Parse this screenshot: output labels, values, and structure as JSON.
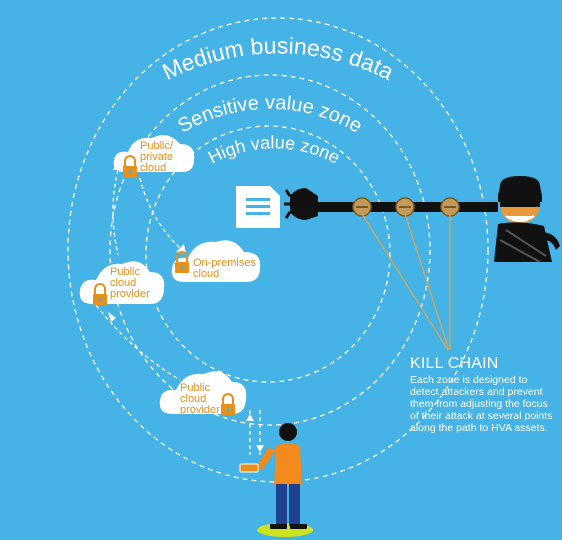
{
  "zones": {
    "outer": "Medium business data",
    "middle": "Sensitive value zone",
    "inner": "High value zone"
  },
  "clouds": {
    "public_private": [
      "Public/",
      "private",
      "cloud"
    ],
    "on_premises": [
      "On-premises",
      "cloud"
    ],
    "public_provider_upper": [
      "Public",
      "cloud",
      "provider"
    ],
    "public_provider_lower": [
      "Public",
      "cloud",
      "provider"
    ]
  },
  "kill_chain": {
    "title": "KILL CHAIN",
    "description": "Each zone is designed to detect attackers and prevent them from adjusting the focus of their attack at several points along the path to HVA assets."
  },
  "colors": {
    "background": "#45b3e6",
    "accent_orange": "#e8901a",
    "attacker_dark": "#111111",
    "person_shirt": "#f28a1e",
    "person_pants": "#1f3f8f",
    "ground": "#cde31d"
  },
  "icons": [
    "document-icon",
    "lock-icon",
    "attacker-icon",
    "person-icon",
    "chain-link-icon"
  ]
}
